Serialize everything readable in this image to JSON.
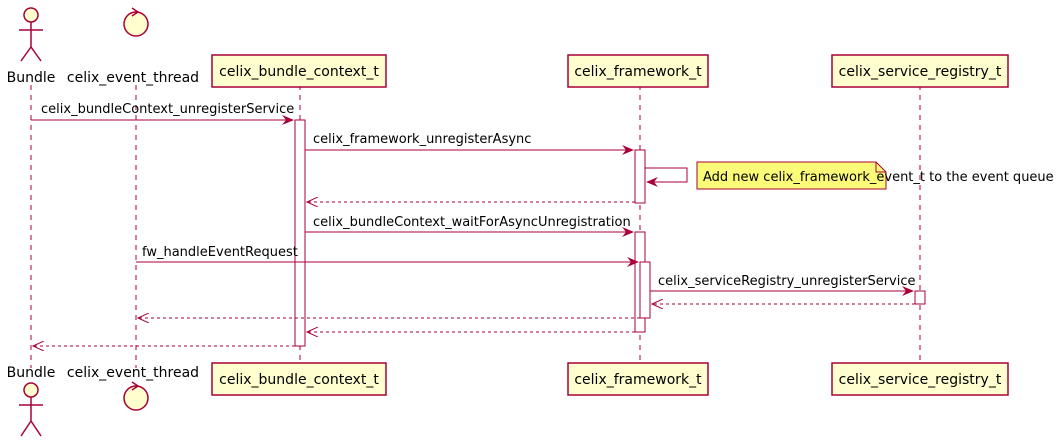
{
  "participants": [
    {
      "id": "bundle",
      "name": "Bundle",
      "kind": "actor"
    },
    {
      "id": "event_thread",
      "name": "celix_event_thread",
      "kind": "control"
    },
    {
      "id": "bundle_context",
      "name": "celix_bundle_context_t",
      "kind": "participant"
    },
    {
      "id": "framework",
      "name": "celix_framework_t",
      "kind": "participant"
    },
    {
      "id": "service_registry",
      "name": "celix_service_registry_t",
      "kind": "participant"
    }
  ],
  "messages": [
    {
      "from": "bundle",
      "to": "bundle_context",
      "label": "celix_bundleContext_unregisterService",
      "style": "solid"
    },
    {
      "from": "bundle_context",
      "to": "framework",
      "label": "celix_framework_unregisterAsync",
      "style": "solid"
    },
    {
      "from": "framework",
      "to": "framework",
      "label": "",
      "style": "self"
    },
    {
      "from": "framework",
      "to": "bundle_context",
      "label": "",
      "style": "dashed"
    },
    {
      "from": "bundle_context",
      "to": "framework",
      "label": "celix_bundleContext_waitForAsyncUnregistration",
      "style": "solid"
    },
    {
      "from": "event_thread",
      "to": "framework",
      "label": "fw_handleEventRequest",
      "style": "solid"
    },
    {
      "from": "framework",
      "to": "service_registry",
      "label": "celix_serviceRegistry_unregisterService",
      "style": "solid"
    },
    {
      "from": "service_registry",
      "to": "framework",
      "label": "",
      "style": "dashed"
    },
    {
      "from": "framework",
      "to": "event_thread",
      "label": "",
      "style": "dashed"
    },
    {
      "from": "framework",
      "to": "bundle_context",
      "label": "",
      "style": "dashed"
    },
    {
      "from": "bundle_context",
      "to": "bundle",
      "label": "",
      "style": "dashed"
    }
  ],
  "note": {
    "text": "Add new celix_framework_event_t to the event queue"
  },
  "colors": {
    "arrow": "#a80036",
    "box_fill": "#fefece",
    "box_stroke": "#a80036",
    "note_fill": "#fbfb77",
    "lifeline": "#a80036"
  }
}
